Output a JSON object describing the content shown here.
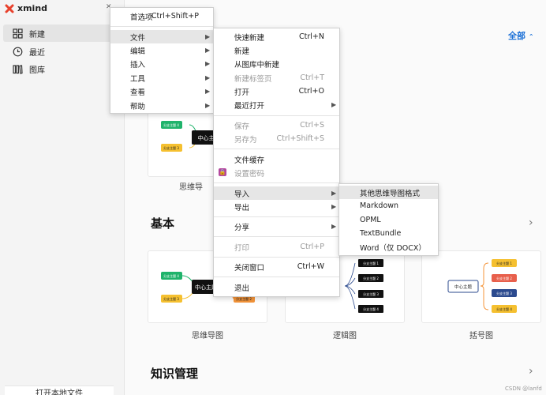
{
  "brand": {
    "name": "xmind",
    "accent": "#e8412c"
  },
  "sidebar": {
    "items": [
      {
        "label": "新建",
        "icon": "grid-icon"
      },
      {
        "label": "最近",
        "icon": "clock-icon"
      },
      {
        "label": "图库",
        "icon": "library-icon"
      }
    ],
    "bottom_label": "打开本地文件"
  },
  "main": {
    "filter_label": "全部",
    "sections": [
      "基本",
      "知识管理"
    ],
    "cards": [
      {
        "label": "思维导图"
      },
      {
        "label": "逻辑图"
      },
      {
        "label": "括号图"
      }
    ],
    "partial_card_label": "思维导",
    "mindmap": {
      "center": "中心主题",
      "branch1": "分支主题 1",
      "branch2": "分支主题 2",
      "branch3": "分支主题 3",
      "branch4": "分支主题 4"
    },
    "mindmap_cut": {
      "center": "中心主"
    }
  },
  "menu_main": {
    "items": [
      {
        "label": "首选项",
        "shortcut": "Ctrl+Shift+P"
      },
      {
        "label": "文件"
      },
      {
        "label": "编辑"
      },
      {
        "label": "插入"
      },
      {
        "label": "工具"
      },
      {
        "label": "查看"
      },
      {
        "label": "帮助"
      }
    ]
  },
  "menu_file": {
    "items": [
      {
        "label": "快速新建",
        "shortcut": "Ctrl+N"
      },
      {
        "label": "新建"
      },
      {
        "label": "从图库中新建"
      },
      {
        "label": "新建标签页",
        "shortcut": "Ctrl+T"
      },
      {
        "label": "打开",
        "shortcut": "Ctrl+O"
      },
      {
        "label": "最近打开"
      },
      {
        "label": "保存",
        "shortcut": "Ctrl+S"
      },
      {
        "label": "另存为",
        "shortcut": "Ctrl+Shift+S"
      },
      {
        "label": "文件缓存"
      },
      {
        "label": "设置密码"
      },
      {
        "label": "导入"
      },
      {
        "label": "导出"
      },
      {
        "label": "分享"
      },
      {
        "label": "打印",
        "shortcut": "Ctrl+P"
      },
      {
        "label": "关闭窗口",
        "shortcut": "Ctrl+W"
      },
      {
        "label": "退出"
      }
    ]
  },
  "menu_import": {
    "items": [
      {
        "label": "其他思维导图格式"
      },
      {
        "label": "Markdown"
      },
      {
        "label": "OPML"
      },
      {
        "label": "TextBundle"
      },
      {
        "label": "Word（仅 DOCX）"
      }
    ]
  },
  "watermark": "CSDN @lanfd",
  "colors": {
    "green": "#1fb36b",
    "yellow": "#f5c030",
    "orange": "#f5953a",
    "red": "#e8604c",
    "navy": "#2b4a8e",
    "black": "#111111"
  }
}
